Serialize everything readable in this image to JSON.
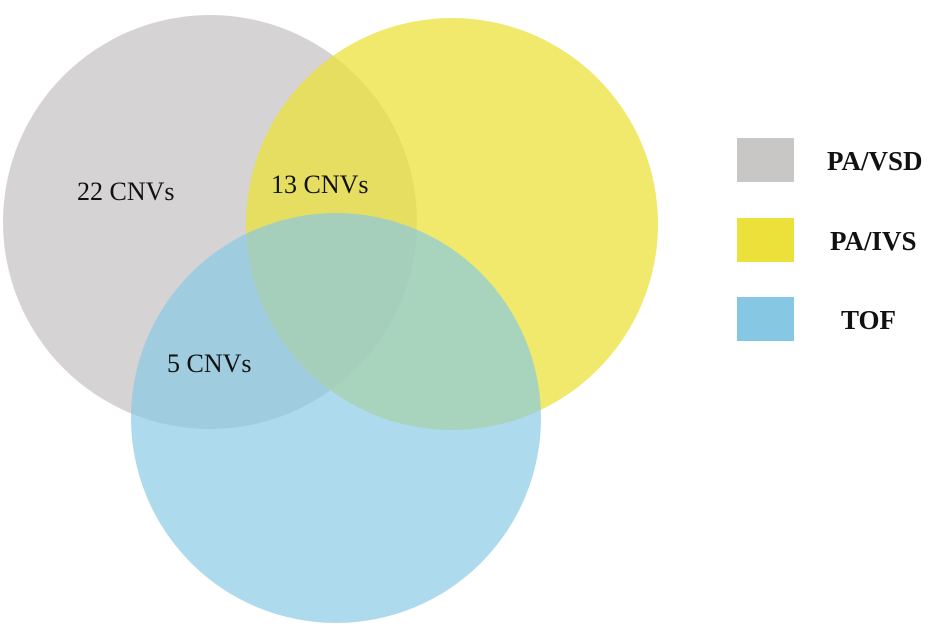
{
  "venn": {
    "sets": [
      {
        "id": "pa-vsd",
        "name": "PA/VSD",
        "color": "#c9c6c6"
      },
      {
        "id": "pa-ivs",
        "name": "PA/IVS",
        "color": "#ebe13a"
      },
      {
        "id": "tof",
        "name": "TOF",
        "color": "#86c8e4"
      }
    ],
    "region_labels": [
      {
        "id": "pa-vsd-only",
        "text": "22 CNVs"
      },
      {
        "id": "pa-vsd-pa-ivs",
        "text": "13 CNVs"
      },
      {
        "id": "pa-vsd-tof",
        "text": "5 CNVs"
      }
    ]
  }
}
